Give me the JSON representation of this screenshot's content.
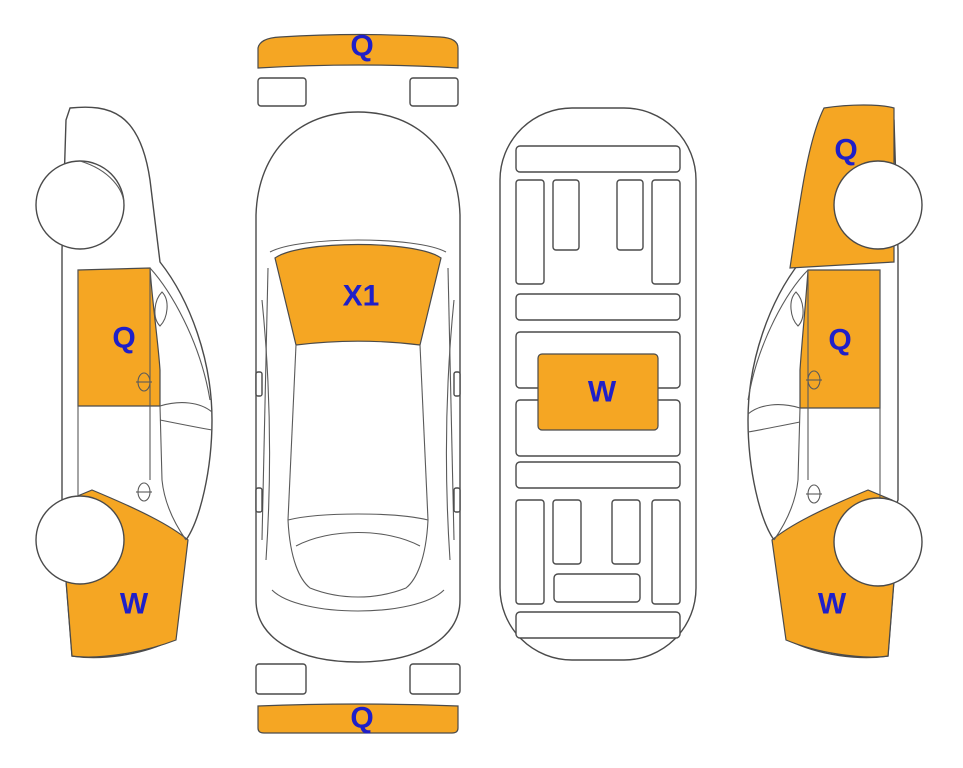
{
  "colors": {
    "damage_fill": "#F5A623",
    "code_text": "#1F1FC8",
    "outline": "#4A4A4A"
  },
  "diagram": {
    "views": [
      "left-side-view",
      "top-view",
      "underside-view",
      "right-side-view"
    ],
    "marks": [
      {
        "part": "front-bumper",
        "code": "Q"
      },
      {
        "part": "rear-bumper",
        "code": "Q"
      },
      {
        "part": "windshield",
        "code": "X1"
      },
      {
        "part": "floor-pan",
        "code": "W"
      },
      {
        "part": "left-front-door",
        "code": "Q"
      },
      {
        "part": "left-rear-quarter",
        "code": "W"
      },
      {
        "part": "right-front-fender",
        "code": "Q"
      },
      {
        "part": "right-front-door",
        "code": "Q"
      },
      {
        "part": "right-rear-quarter",
        "code": "W"
      }
    ]
  }
}
